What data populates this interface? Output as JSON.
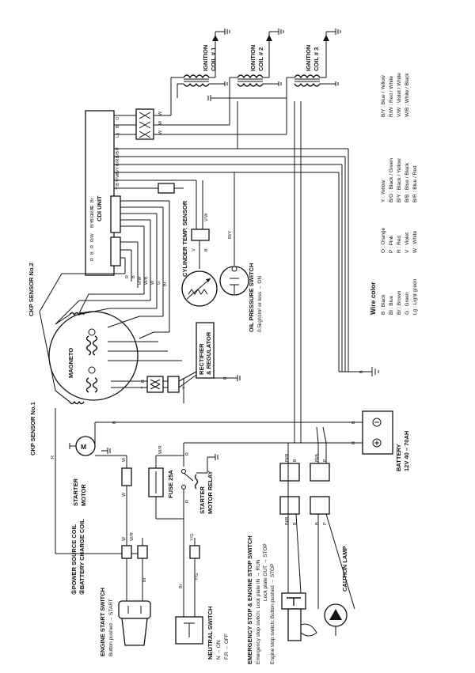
{
  "components": {
    "ignition_coils": [
      {
        "label1": "IGNITION",
        "label2": "COIL # 1"
      },
      {
        "label1": "IGNITION",
        "label2": "COIL # 2"
      },
      {
        "label1": "IGNITION",
        "label2": "COIL # 3"
      }
    ],
    "cdi_unit": "CDI UNIT",
    "cdi_pins_right": [
      "O",
      "Bl",
      "Lg",
      "P",
      "B/B",
      "B/R",
      "B/Y",
      "V/W",
      "Y/B"
    ],
    "cdi_pins_left": [
      "Br",
      "G",
      "W/R",
      "B/G",
      "B/Y",
      "R/W",
      "R",
      "B",
      "R"
    ],
    "cyl_temp_sensor": "CYLINDER TEMP. SENSOR",
    "oil_pressure_switch": "OIL PRESSURE SWITCH",
    "oil_pressure_note": "0.5kgf/cm² or less → ON",
    "ckp2": "CKP SENSOR No.2",
    "ckp1": "CKP SENSOR No.1",
    "magneto": "MAGNETO",
    "rectifier1": "RECTIFIER",
    "rectifier2": "& REGULATOR",
    "battery1": "BATTERY",
    "battery2": "12V 40 – 70AH",
    "starter_motor1": "STARTER",
    "starter_motor2": "MOTOR",
    "fuse": "FUSE 25A",
    "relay1": "STARTER",
    "relay2": "MOTOR RELAY",
    "caution_lamp": "CAUTION LAMP",
    "coil_note1": "①POWER SOURCE COIL",
    "coil_note2": "②BATTERY CHARGE COIL",
    "engine_start_switch": "ENGINE START SWITCH",
    "engine_start_note": "Button pushed → START",
    "neutral_switch": "NEUTRAL SWITCH",
    "neutral_note1": "N → ON",
    "neutral_note2": "F.R → OFF",
    "emergency_title": "EMERGENCY STOP  &  ENGINE STOP SWITCH",
    "emergency_line1": "Emergency stop switch: Lock plate IN  → RUN",
    "emergency_line2": "Lock plate OUT → STOP",
    "emergency_line3": "Engine stop switch:   Button pushed  → STOP"
  },
  "wire_labels": {
    "W": "W",
    "R": "R",
    "B": "B",
    "V": "V",
    "VW": "V/W",
    "BlY": "Bl/Y",
    "Y": "Y",
    "BlR": "Bl/R",
    "BlB": "Bl/B",
    "P": "P",
    "WR": "W/R",
    "Br": "Br",
    "YG": "Y/G",
    "RW": "R/W",
    "WB": "W/B",
    "G": "G",
    "YB": "Y/B"
  },
  "legend": {
    "title": "Wire color",
    "col1": [
      "B : Black",
      "Bl : Blue",
      "Br : Brown",
      "G : Green",
      "Lg : Light green"
    ],
    "col2": [
      "O : Orange",
      "P : Pink",
      "R : Red",
      "V : Violet",
      "W : White"
    ],
    "col3": [
      "Y : Yellow",
      "B/G : Black / Green",
      "B/Y : Black / Yellow",
      "B/B : Blue / Black",
      "B/R : Blue / Red"
    ],
    "col4": [
      "B/Y : Blue / Yellow",
      "R/W : Red / White",
      "V/W : Violet / White",
      "W/B : White / Black"
    ]
  }
}
